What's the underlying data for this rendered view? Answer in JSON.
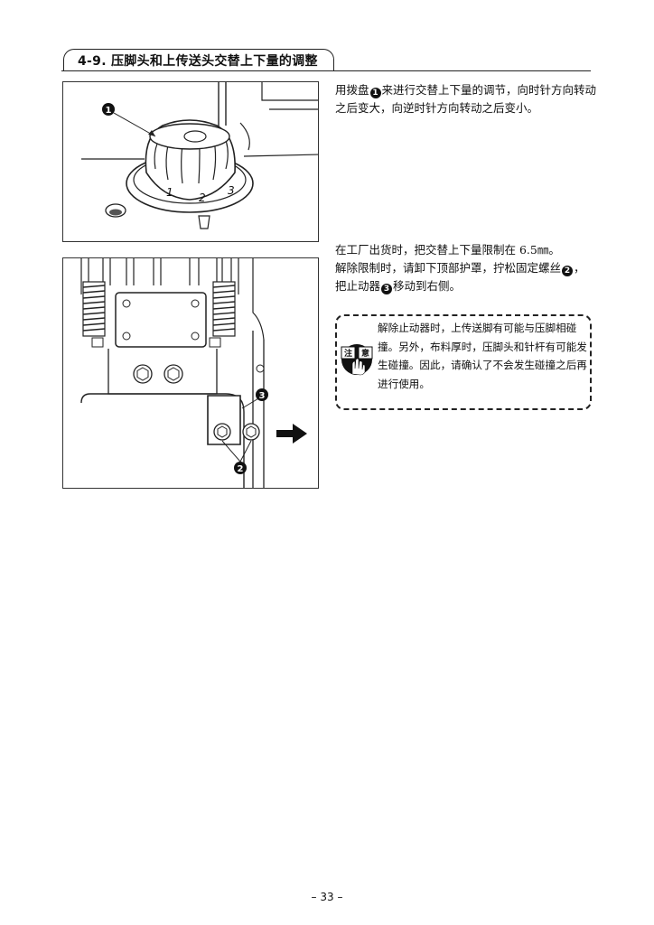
{
  "header": {
    "title": "4-9. 压脚头和上传送头交替上下量的调整"
  },
  "section1": {
    "text_parts": [
      "用拨盘",
      "1",
      "来进行交替上下量的调节，向时针方向转动之后变大，向逆时针方向转动之后变小。"
    ],
    "figure": {
      "callout_1": "1",
      "dial_numbers": [
        "1",
        "2",
        "3"
      ]
    }
  },
  "section2": {
    "line1": "在工厂出货时，把交替上下量限制在 6.5㎜。",
    "line2_parts": [
      "解除限制时，请卸下顶部护罩，拧松固定螺丝",
      "2",
      "，"
    ],
    "line3_parts": [
      "把止动器",
      "3",
      "移动到右侧。"
    ],
    "figure": {
      "callout_2": "2",
      "callout_3": "3"
    }
  },
  "caution": {
    "icon_chars": [
      "注",
      "意"
    ],
    "text": "解除止动器时，上传送脚有可能与压脚相碰撞。另外，布料厚时，压脚头和针杆有可能发生碰撞。因此，请确认了不会发生碰撞之后再进行使用。"
  },
  "page_number": "– 33 –"
}
